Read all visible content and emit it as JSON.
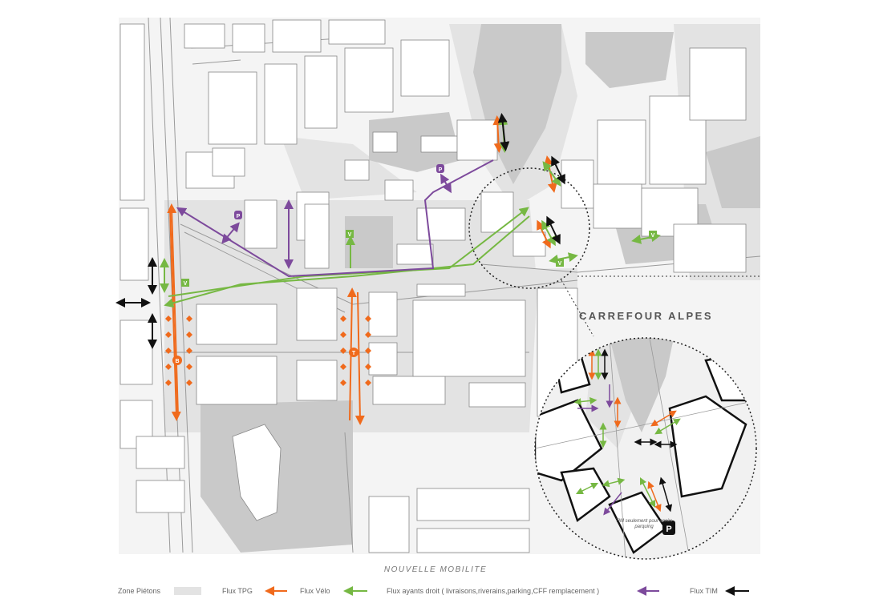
{
  "map": {
    "caption": "NOUVELLE   MOBILITE",
    "zoom_title": "CARREFOUR ALPES",
    "inset_note": "TIM seulement pour accès parquing",
    "inset_parking_label": "P",
    "station_labels": {
      "tram": "T",
      "bus": "B",
      "bike": "V",
      "parking": "P"
    }
  },
  "legend": {
    "items": [
      {
        "label": "Zone Piétons",
        "color": "#e3e3e3",
        "kind": "swatch"
      },
      {
        "label": "Flux TPG",
        "color": "#f06a1c",
        "kind": "arrow"
      },
      {
        "label": "Flux Vélo",
        "color": "#76b843",
        "kind": "arrow"
      },
      {
        "label": "Flux ayants droit ( livraisons,riverains,parking,CFF remplacement )",
        "color": "#7d4a9c",
        "kind": "arrow"
      },
      {
        "label": "Flux TIM",
        "color": "#111111",
        "kind": "arrow"
      }
    ]
  },
  "colors": {
    "tpg": "#f06a1c",
    "velo": "#76b843",
    "ayants_droit": "#7d4a9c",
    "tim": "#111111",
    "pedestrian_zone": "#e3e3e3",
    "building_fill": "#ffffff",
    "building_stroke": "#888888",
    "green_area": "#c9c9c9"
  }
}
